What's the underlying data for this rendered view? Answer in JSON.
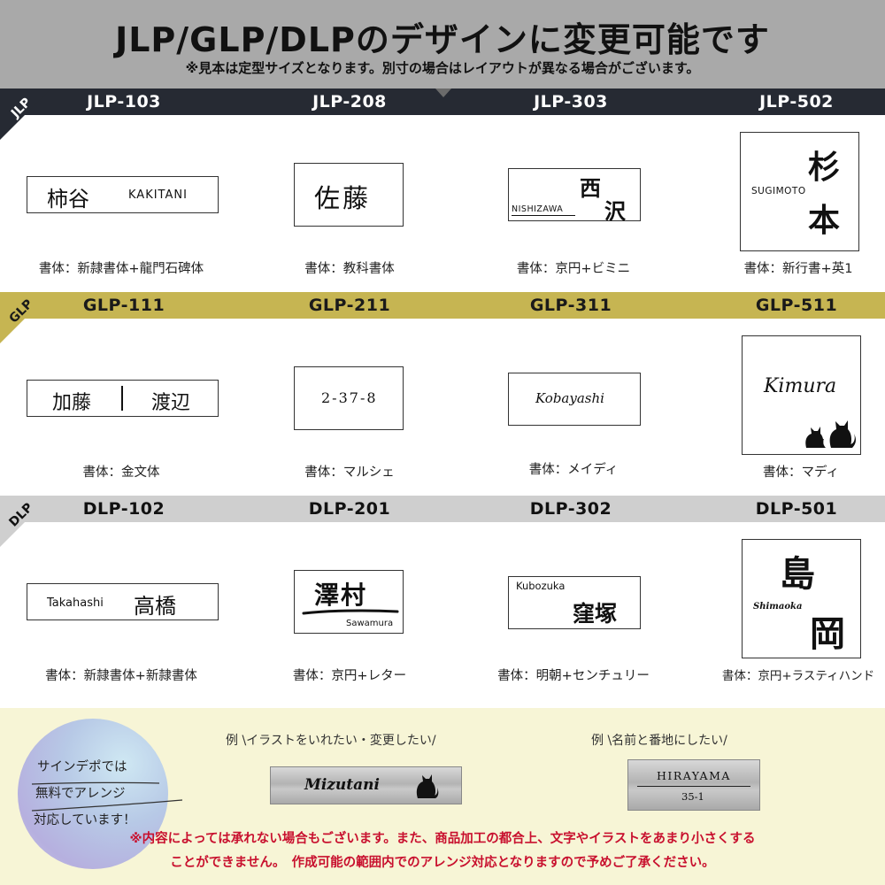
{
  "header": {
    "title": "JLP/GLP/DLPのデザインに変更可能です",
    "subtitle": "※見本は定型サイズとなります。別寸の場合はレイアウトが異なる場合がございます。"
  },
  "sections": {
    "jlp": {
      "label": "JLP",
      "items": [
        {
          "code": "JLP-103",
          "caption": "書体：新隷書体+龍門石碑体",
          "name_jp": "柿谷",
          "name_en": "KAKITANI"
        },
        {
          "code": "JLP-208",
          "caption": "書体：教科書体",
          "name_jp": "佐藤"
        },
        {
          "code": "JLP-303",
          "caption": "書体：京円+ビミニ",
          "name_jp_1": "西",
          "name_jp_2": "沢",
          "name_en": "NISHIZAWA"
        },
        {
          "code": "JLP-502",
          "caption": "書体：新行書+英1",
          "name_jp_1": "杉",
          "name_jp_2": "本",
          "name_en": "SUGIMOTO"
        }
      ]
    },
    "glp": {
      "label": "GLP",
      "items": [
        {
          "code": "GLP-111",
          "caption": "書体：金文体",
          "name_1": "加藤",
          "name_2": "渡辺"
        },
        {
          "code": "GLP-211",
          "caption": "書体：マルシェ",
          "number": "2-37-8"
        },
        {
          "code": "GLP-311",
          "caption": "書体：メイディ",
          "name_en": "Kobayashi"
        },
        {
          "code": "GLP-511",
          "caption": "書体：マディ",
          "name_en": "Kimura"
        }
      ]
    },
    "dlp": {
      "label": "DLP",
      "items": [
        {
          "code": "DLP-102",
          "caption": "書体：新隷書体+新隷書体",
          "name_en": "Takahashi",
          "name_jp": "高橋"
        },
        {
          "code": "DLP-201",
          "caption": "書体：京円+レター",
          "name_jp": "澤村",
          "name_en": "Sawamura"
        },
        {
          "code": "DLP-302",
          "caption": "書体：明朝+センチュリー",
          "name_en": "Kubozuka",
          "name_jp": "窪塚"
        },
        {
          "code": "DLP-501",
          "caption": "書体：京円+ラスティハンド",
          "name_jp_1": "島",
          "name_jp_2": "岡",
          "name_en": "Shimaoka"
        }
      ]
    }
  },
  "bottom": {
    "circle_lines": [
      "サインデポでは",
      "無料でアレンジ",
      "対応しています！"
    ],
    "example_1": {
      "label": "例 \\イラストをいれたい・変更したい/",
      "plate_text": "Mizutani"
    },
    "example_2": {
      "label": "例 \\名前と番地にしたい/",
      "plate_name": "HIRAYAMA",
      "plate_number": "35-1"
    },
    "note_1": "※内容によっては承れない場合もございます。また、商品加工の都合上、文字やイラストをあまり小さくする",
    "note_2": "ことができません。　作成可能の範囲内でのアレンジ対応となりますので予めご了承ください。"
  },
  "colors": {
    "jlp_band": "#262a33",
    "glp_band": "#c6b552",
    "dlp_band": "#cfcfcf",
    "note_red": "#c8102e",
    "bottom_bg": "#f7f5d6"
  },
  "icons": [
    "cat-silhouette-icon",
    "swash-underline-icon"
  ]
}
